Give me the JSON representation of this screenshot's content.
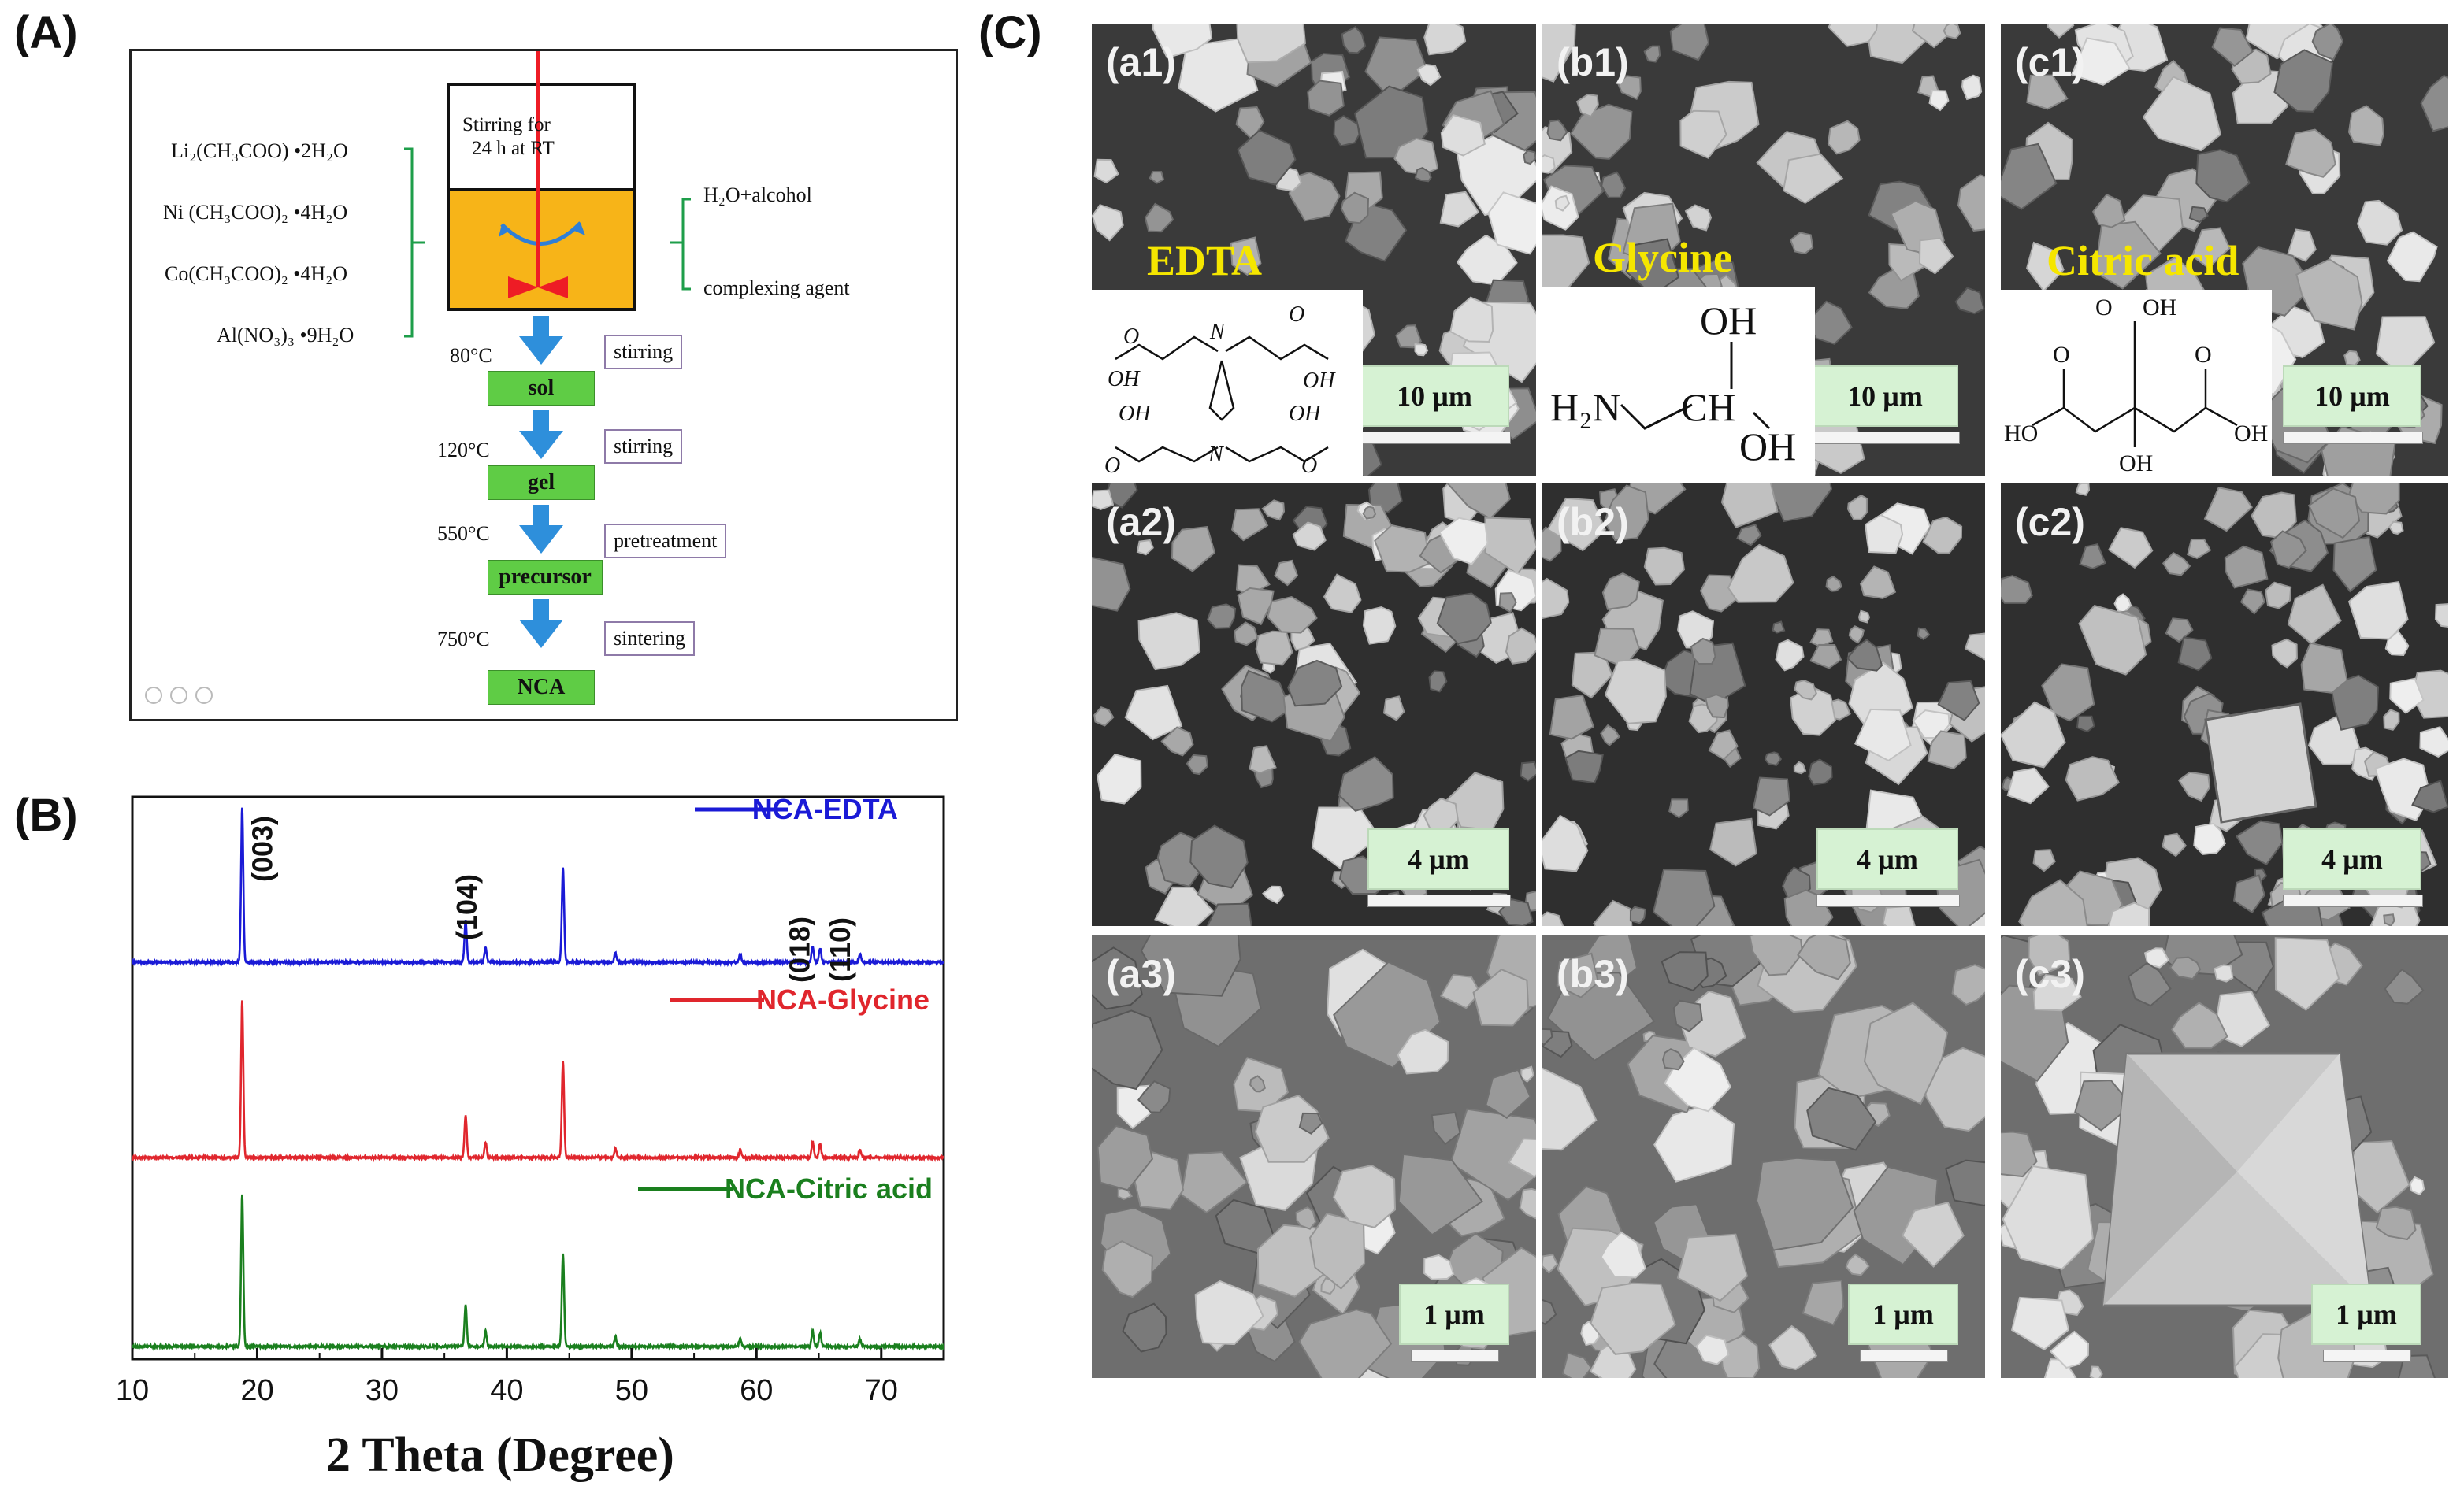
{
  "panel_labels": {
    "a": "(A)",
    "b": "(B)",
    "c": "(C)"
  },
  "scheme": {
    "reagents": [
      "Li₂(CH₃COO) •2H₂O",
      "Ni (CH₃COO)₂ •4H₂O",
      "Co(CH₃COO)₂ •4H₂O",
      "Al(NO₃)₃ •9H₂O"
    ],
    "vessel_text_1": "Stirring for",
    "vessel_text_2": "24 h  at RT",
    "solvent": "H₂O+alcohol",
    "complexing": "complexing agent",
    "steps": [
      {
        "temp": "80°C",
        "process": "stirring",
        "product": "sol"
      },
      {
        "temp": "120°C",
        "process": "stirring",
        "product": "gel"
      },
      {
        "temp": "550°C",
        "process": "pretreatment",
        "product": "precursor"
      },
      {
        "temp": "750°C",
        "process": "sintering",
        "product": "NCA"
      }
    ]
  },
  "chart_data": {
    "type": "line",
    "xlabel": "2 Theta (Degree)",
    "ylabel": "",
    "xlim": [
      10,
      75
    ],
    "xticks": [
      "10",
      "20",
      "30",
      "40",
      "50",
      "60",
      "70"
    ],
    "peak_labels": [
      "(003)",
      "(104)",
      "(018)",
      "(110)"
    ],
    "peaks": [
      {
        "x": 18.8,
        "h": 1.0
      },
      {
        "x": 36.7,
        "h": 0.27
      },
      {
        "x": 38.3,
        "h": 0.1
      },
      {
        "x": 44.5,
        "h": 0.61
      },
      {
        "x": 48.7,
        "h": 0.06
      },
      {
        "x": 58.7,
        "h": 0.05
      },
      {
        "x": 64.5,
        "h": 0.1
      },
      {
        "x": 65.1,
        "h": 0.09
      },
      {
        "x": 68.3,
        "h": 0.05
      }
    ],
    "series": [
      {
        "name": "NCA-EDTA",
        "color": "#1a1ad6"
      },
      {
        "name": "NCA-Glycine",
        "color": "#e0262d"
      },
      {
        "name": "NCA-Citric acid",
        "color": "#1a7f1e"
      }
    ]
  },
  "sem": {
    "panels": [
      {
        "label": "(a1)",
        "scale": "10 µm"
      },
      {
        "label": "(b1)",
        "scale": "10 µm"
      },
      {
        "label": "(c1)",
        "scale": "10 µm"
      },
      {
        "label": "(a2)",
        "scale": "4 µm"
      },
      {
        "label": "(b2)",
        "scale": "4 µm"
      },
      {
        "label": "(c2)",
        "scale": "4 µm"
      },
      {
        "label": "(a3)",
        "scale": "1 µm"
      },
      {
        "label": "(b3)",
        "scale": "1 µm"
      },
      {
        "label": "(c3)",
        "scale": "1 µm"
      }
    ],
    "agents": [
      "EDTA",
      "Glycine",
      "Citric acid"
    ]
  }
}
